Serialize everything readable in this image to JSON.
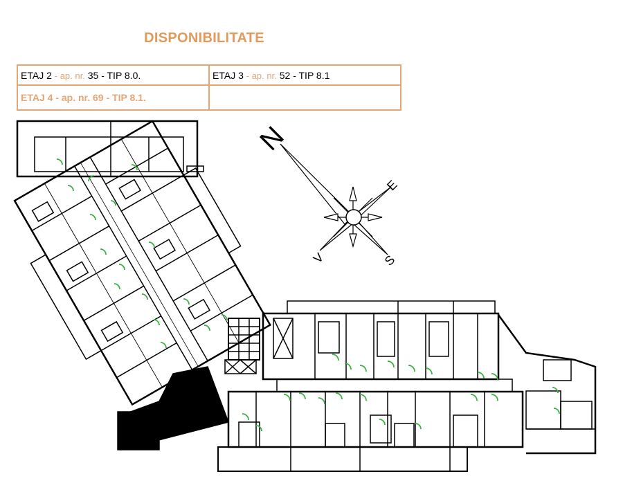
{
  "title": "DISPONIBILITATE",
  "availability": [
    {
      "floor": "ETAJ 2",
      "ap_label": "- ap. nr.",
      "ap_number": "35",
      "type": "- TIP 8.0."
    },
    {
      "floor": "ETAJ 3",
      "ap_label": "- ap. nr.",
      "ap_number": "52",
      "type": "- TIP 8.1"
    },
    {
      "floor": "ETAJ 4",
      "ap_label": "- ap. nr.",
      "ap_number": "69",
      "type": "- TIP 8.1."
    }
  ],
  "compass": {
    "north": "N",
    "east": "E",
    "south": "S",
    "west": "V"
  },
  "colors": {
    "accent": "#e09a5c",
    "border": "#e5a574",
    "door": "#3cb043",
    "wall": "#000000"
  }
}
